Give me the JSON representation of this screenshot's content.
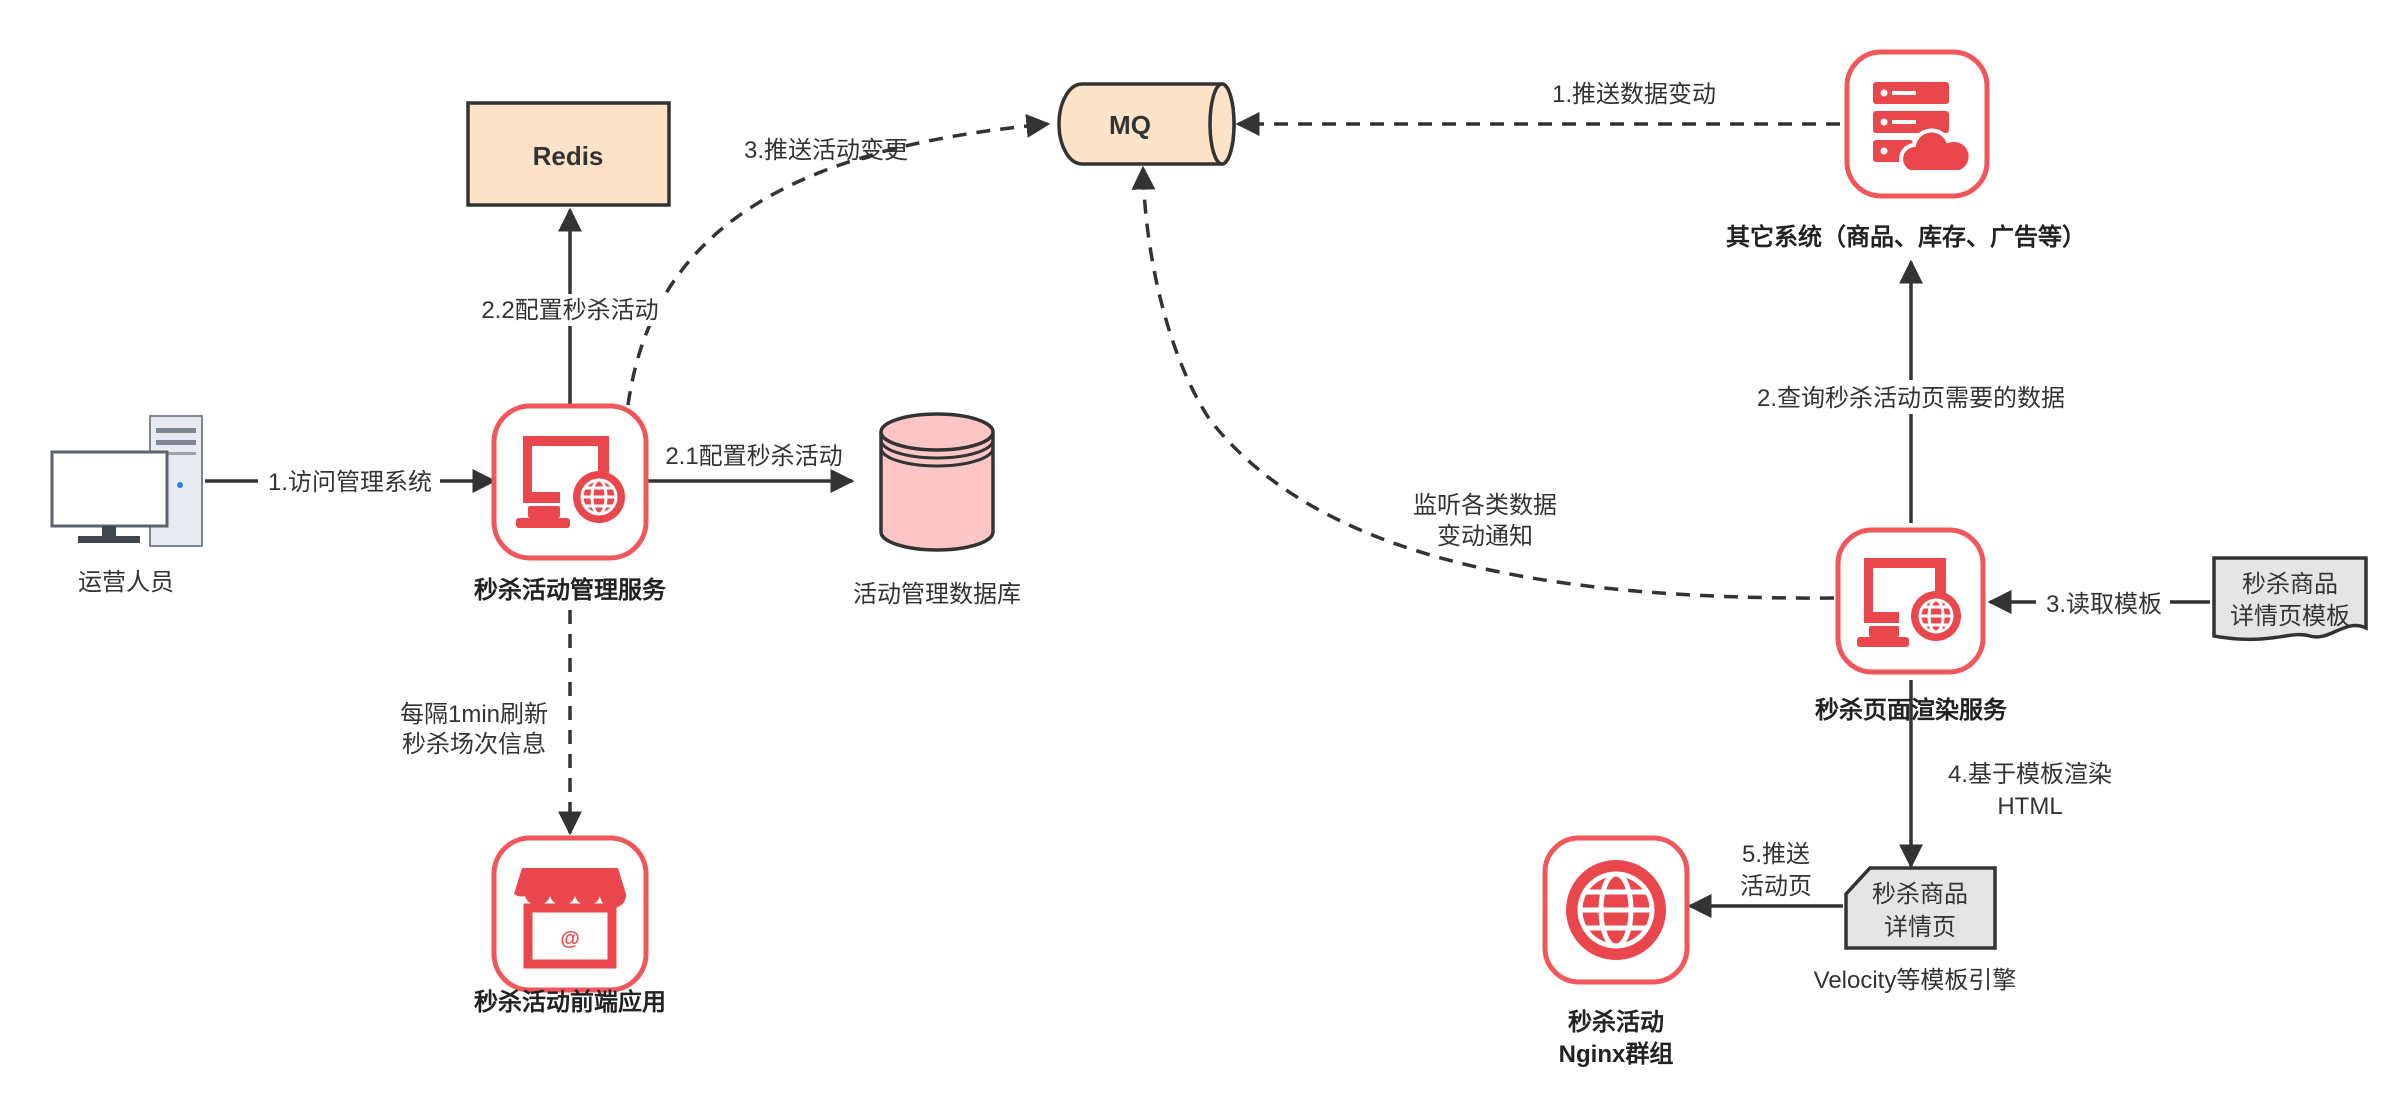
{
  "colors": {
    "accent": "#f0565a",
    "accent_fill": "#e9474c",
    "peach": "#fde3c8",
    "pink_db": "#fdc6c6",
    "gray_doc": "#e5e5e5",
    "line": "#333333"
  },
  "nodes": {
    "redis": {
      "label": "Redis"
    },
    "mq": {
      "label": "MQ"
    },
    "operator": {
      "label": "运营人员",
      "icon": "desktop-computer-icon"
    },
    "admin_service": {
      "label": "秒杀活动管理服务",
      "icon": "monitor-globe-icon"
    },
    "activity_db": {
      "label": "活动管理数据库",
      "icon": "database-icon"
    },
    "frontend_app": {
      "label": "秒杀活动前端应用",
      "icon": "storefront-icon"
    },
    "other_systems": {
      "label": "其它系统（商品、库存、广告等）",
      "icon": "server-cloud-icon"
    },
    "render_service": {
      "label": "秒杀页面渲染服务",
      "icon": "monitor-globe-icon"
    },
    "template_doc": {
      "line1": "秒杀商品",
      "line2": "详情页模板"
    },
    "detail_page": {
      "line1": "秒杀商品",
      "line2": "详情页"
    },
    "template_engine": {
      "label": "Velocity等模板引擎"
    },
    "nginx": {
      "line1": "秒杀活动",
      "line2": "Nginx群组",
      "icon": "globe-icon"
    }
  },
  "edges": {
    "access_admin": "1.访问管理系统",
    "config_redis": "2.2配置秒杀活动",
    "config_db": "2.1配置秒杀活动",
    "push_activity_change": "3.推送活动变更",
    "refresh_line1": "每隔1min刷新",
    "refresh_line2": "秒杀场次信息",
    "push_data_change": "1.推送数据变动",
    "query_data": "2.查询秒杀活动页需要的数据",
    "listen_line1": "监听各类数据",
    "listen_line2": "变动通知",
    "read_template": "3.读取模板",
    "render_line1": "4.基于模板渲染",
    "render_line2": "HTML",
    "push_page_line1": "5.推送",
    "push_page_line2": "活动页"
  }
}
